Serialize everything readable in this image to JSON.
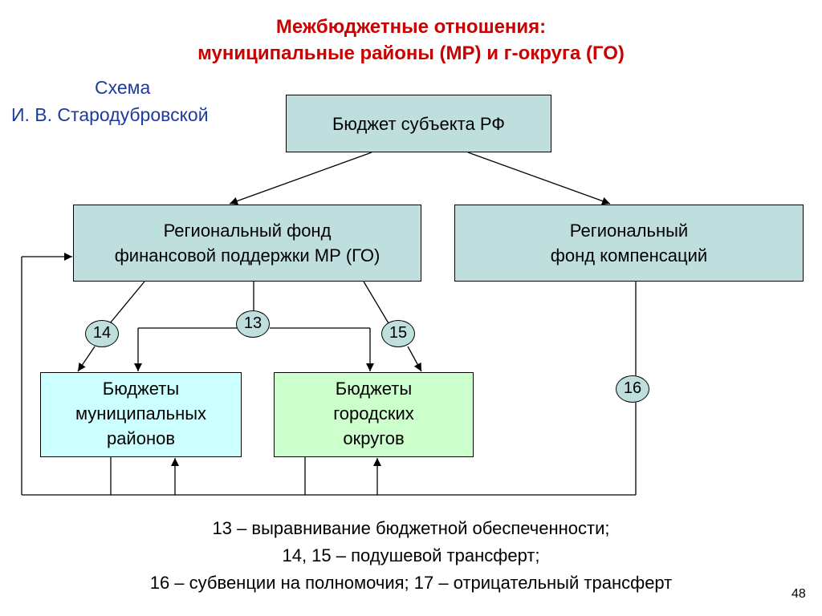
{
  "title": {
    "line1": "Межбюджетные отношения:",
    "line2": "муниципальные районы (МР) и г-округа (ГО)",
    "color": "#cc0000"
  },
  "attribution": {
    "line1": "Схема",
    "line2": "И. В. Стародубровской",
    "color": "#1f3a9e"
  },
  "boxes": {
    "subject_budget": {
      "line1": "Бюджет субъекта РФ"
    },
    "fund_support": {
      "line1": "Региональный фонд",
      "line2": "финансовой поддержки МР (ГО)"
    },
    "fund_compensation": {
      "line1": "Региональный",
      "line2": "фонд компенсаций"
    },
    "mr_budgets": {
      "line1": "Бюджеты",
      "line2": "муниципальных",
      "line3": "районов"
    },
    "go_budgets": {
      "line1": "Бюджеты",
      "line2": "городских",
      "line3": "округов"
    }
  },
  "badges": {
    "b13": "13",
    "b14": "14",
    "b15": "15",
    "b16": "16"
  },
  "legend": {
    "line1": "13 – выравнивание бюджетной обеспеченности;",
    "line2": "14, 15 – подушевой трансферт;",
    "line3": "16 – субвенции на полномочия; 17 – отрицательный трансферт"
  },
  "page_number": "48",
  "colors": {
    "box_teal": "#bfdfdf",
    "box_mr": "#ccffff",
    "box_go": "#ccffcc"
  }
}
